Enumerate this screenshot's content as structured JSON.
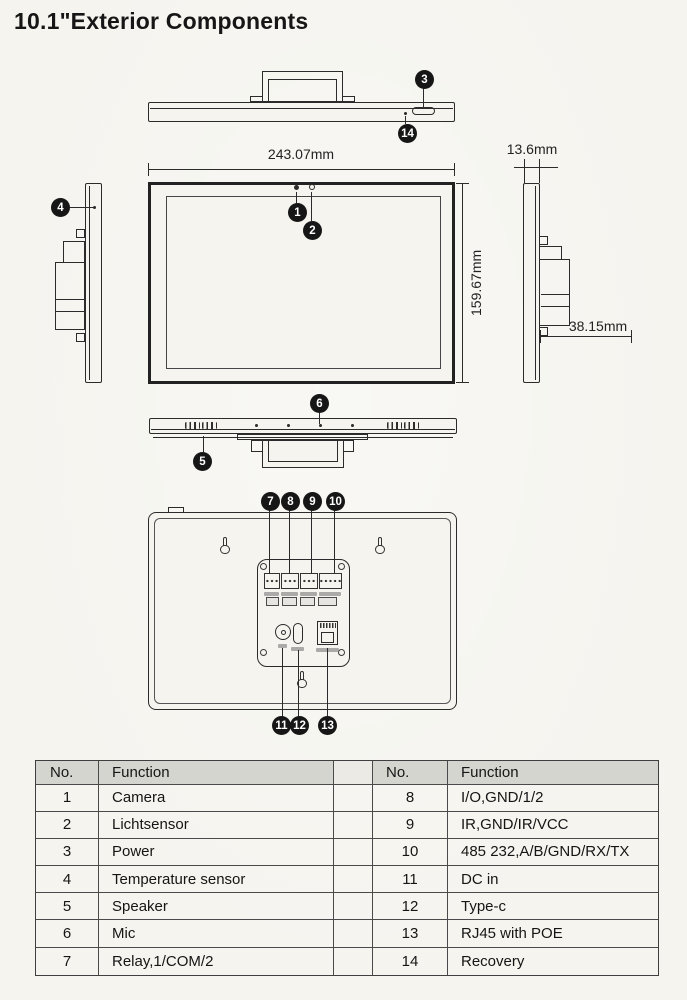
{
  "page": {
    "title": "10.1\"Exterior Components"
  },
  "dimensions": {
    "width": "243.07mm",
    "height": "159.67mm",
    "thickness": "13.6mm",
    "bracket_depth": "38.15mm"
  },
  "callouts": [
    "1",
    "2",
    "3",
    "4",
    "5",
    "6",
    "7",
    "8",
    "9",
    "10",
    "11",
    "12",
    "13",
    "14"
  ],
  "table": {
    "headers": [
      "No.",
      "Function",
      "No.",
      "Function"
    ],
    "rows": [
      [
        "1",
        "Camera",
        "8",
        "I/O,GND/1/2"
      ],
      [
        "2",
        "Lichtsensor",
        "9",
        "IR,GND/IR/VCC"
      ],
      [
        "3",
        "Power",
        "10",
        "485 232,A/B/GND/RX/TX"
      ],
      [
        "4",
        "Temperature sensor",
        "11",
        "DC in"
      ],
      [
        "5",
        "Speaker",
        "12",
        "Type-c"
      ],
      [
        "6",
        "Mic",
        "13",
        "RJ45 with POE"
      ],
      [
        "7",
        "Relay,1/COM/2",
        "14",
        "Recovery"
      ]
    ]
  }
}
